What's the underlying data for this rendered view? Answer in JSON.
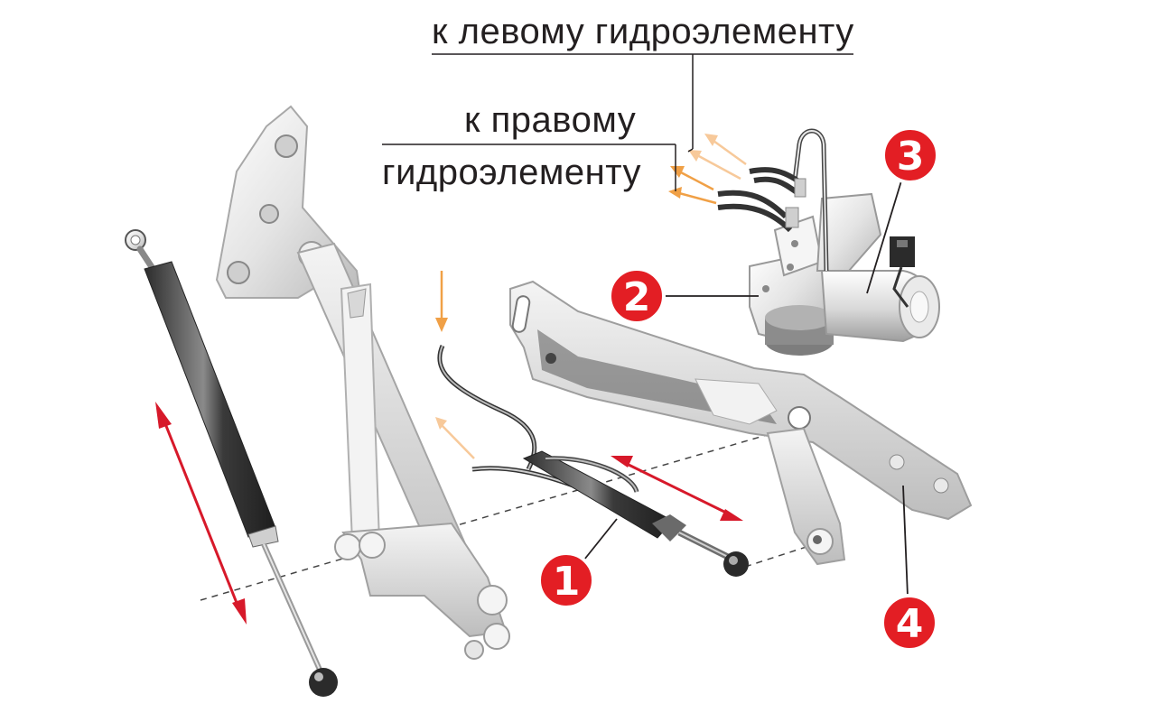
{
  "labels": {
    "to_left_element": "к левому гидроэлементу",
    "to_right_line1": "к правому",
    "to_right_line2": "гидроэлементу"
  },
  "badges": {
    "one": "1",
    "two": "2",
    "three": "3",
    "four": "4"
  },
  "colors": {
    "badge_fill": "#e31e24",
    "badge_ring": "#ffffff",
    "motion_arrow": "#d7192a",
    "flow_arrow": "#f0a046",
    "flow_arrow_faded": "#f7c99a",
    "leader_line": "#231f20",
    "part_light": "#eeeeee",
    "part_mid": "#cfcfcf",
    "part_dark": "#4a4a4a"
  },
  "icons": {
    "motion": "double-headed-arrow",
    "flow": "single-arrow"
  }
}
